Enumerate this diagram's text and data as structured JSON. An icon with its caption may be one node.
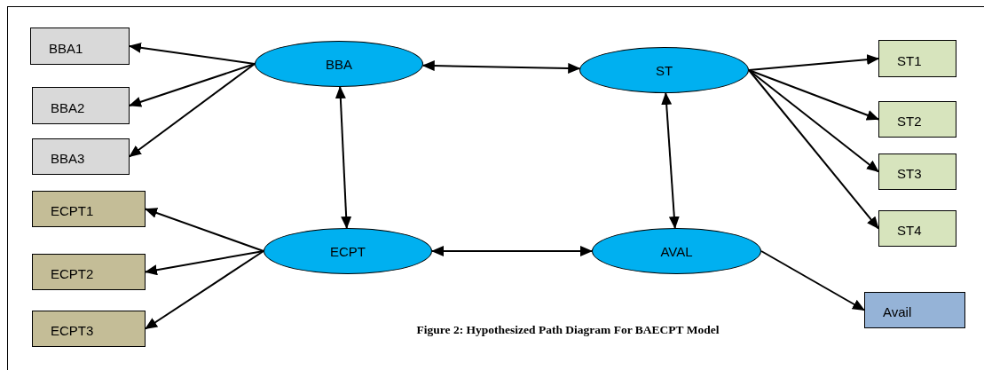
{
  "diagram": {
    "caption": "Figure 2: Hypothesized Path Diagram For BAECPT Model",
    "nodes": [
      {
        "text": [
          "BBA"
        ]
      },
      {
        "text": [
          "ST"
        ]
      },
      {
        "text": [
          "ECPT"
        ]
      },
      {
        "text": [
          "AVAL"
        ]
      },
      {
        "text": [
          "BBA1"
        ]
      },
      {
        "text": [
          "BBA2"
        ]
      },
      {
        "text": [
          "BBA3"
        ]
      },
      {
        "text": [
          "ECPT1"
        ]
      },
      {
        "text": [
          "ECPT2"
        ]
      },
      {
        "text": [
          "ECPT3"
        ]
      },
      {
        "text": [
          "ST1"
        ]
      },
      {
        "text": [
          "ST2"
        ]
      },
      {
        "text": [
          "ST3"
        ]
      },
      {
        "text": [
          "ST4"
        ]
      },
      {
        "text": [
          "Avail"
        ]
      }
    ],
    "edges": [
      {
        "from": 0,
        "to": 4,
        "arrow": "to"
      },
      {
        "from": 0,
        "to": 5,
        "arrow": "to"
      },
      {
        "from": 0,
        "to": 6,
        "arrow": "to"
      },
      {
        "from": 0,
        "to": 1,
        "arrow": "both"
      },
      {
        "from": 0,
        "to": 2,
        "arrow": "both"
      },
      {
        "from": 1,
        "to": 3,
        "arrow": "both"
      },
      {
        "from": 2,
        "to": 3,
        "arrow": "both"
      },
      {
        "from": 1,
        "to": 10,
        "arrow": "to"
      },
      {
        "from": 1,
        "to": 11,
        "arrow": "to"
      },
      {
        "from": 1,
        "to": 12,
        "arrow": "to"
      },
      {
        "from": 1,
        "to": 13,
        "arrow": "to"
      },
      {
        "from": 2,
        "to": 7,
        "arrow": "to"
      },
      {
        "from": 2,
        "to": 8,
        "arrow": "to"
      },
      {
        "from": 2,
        "to": 9,
        "arrow": "to"
      },
      {
        "from": 3,
        "to": 14,
        "arrow": "to"
      }
    ]
  }
}
